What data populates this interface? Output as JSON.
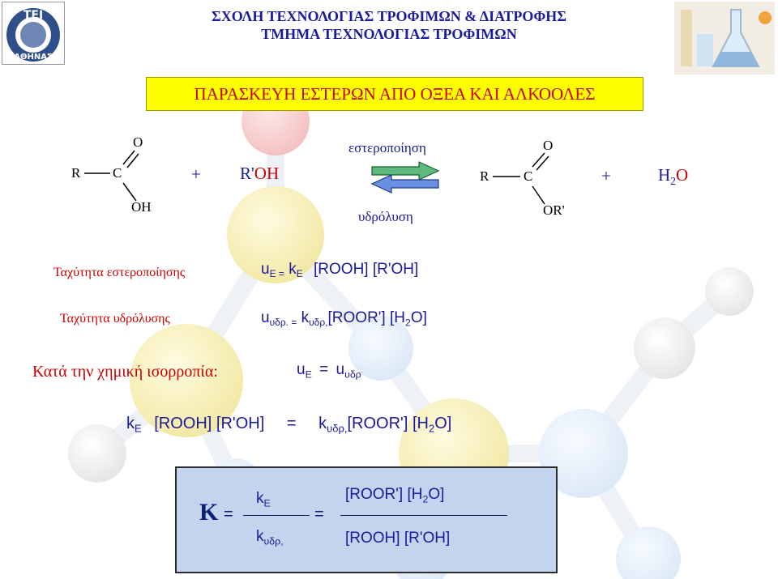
{
  "header": {
    "line1": "ΣΧΟΛΗ ΤΕΧΝΟΛΟΓΙΑΣ ΤΡΟΦΙΜΩΝ & ΔΙΑΤΡΟΦΗΣ",
    "line2": "ΤΜΗΜΑ ΤΕΧΝΟΛΟΓΙΑΣ ΤΡΟΦΙΜΩΝ",
    "logo_top": "ΤΕΙ",
    "logo_bottom": "ΑΘΗΝΑΣ"
  },
  "title": "ΠΑΡΑΣΚΕΥΗ ΕΣΤΕΡΩΝ ΑΠΟ ΟΞΕΑ ΚΑΙ ΑΛΚΟΟΛΕΣ",
  "reaction": {
    "acid_R": "R",
    "acid_C": "C",
    "acid_O": "O",
    "acid_OH": "OH",
    "plus1": "+",
    "alcohol_R": "R'",
    "alcohol_OH": "OH",
    "forward_label": "εστεροποίηση",
    "reverse_label": "υδρόλυση",
    "ester_R": "R",
    "ester_C": "C",
    "ester_O": "O",
    "ester_OR": "OR'",
    "plus2": "+",
    "water_H": "H",
    "water_2": "2",
    "water_O": "O",
    "arrow_colors": {
      "forward": "#2e8b57",
      "reverse": "#3a5fcd"
    }
  },
  "rates": {
    "esterification_label": "Ταχύτητα εστεροποίησης",
    "esterification_u": "u",
    "esterification_u_sub": "E =",
    "esterification_k": "k",
    "esterification_k_sub": "E",
    "esterification_conc": "[ROOH] [R'OH]",
    "hydrolysis_label": "Ταχύτητα υδρόλυσης",
    "hydrolysis_u": "u",
    "hydrolysis_u_sub": "υδρ. =",
    "hydrolysis_k": "k",
    "hydrolysis_k_sub": "υδρ,",
    "hydrolysis_conc_a": "[ROOR'] [H",
    "hydrolysis_conc_sub": "2",
    "hydrolysis_conc_b": "O]"
  },
  "equilibrium": {
    "label": "Κατά την χημική ισορροπία:",
    "u1": "u",
    "u1_sub": "E",
    "eq": "=",
    "u2": "u",
    "u2_sub": "υδρ"
  },
  "equality": {
    "k1": "k",
    "k1_sub": "E",
    "conc1": "[ROOH] [R'OH]",
    "eq": "=",
    "k2": "k",
    "k2_sub": "υδρ,",
    "conc2_a": "[ROOR'] [H",
    "conc2_sub": "2",
    "conc2_b": "O]"
  },
  "constant": {
    "K": "K",
    "eq1": "=",
    "num_k": "k",
    "num_k_sub": "E",
    "den_k": "k",
    "den_k_sub": "υδρ,",
    "eq2": "=",
    "num_conc_a": "[ROOR']  [H",
    "num_conc_sub": "2",
    "num_conc_b": "O]",
    "den_conc": "[ROOH]  [R'OH]"
  },
  "colors": {
    "title_bg": "#ffff00",
    "title_text": "#cc0000",
    "formula_text": "#1a1a9c",
    "box_bg": "#c4d4ee"
  }
}
